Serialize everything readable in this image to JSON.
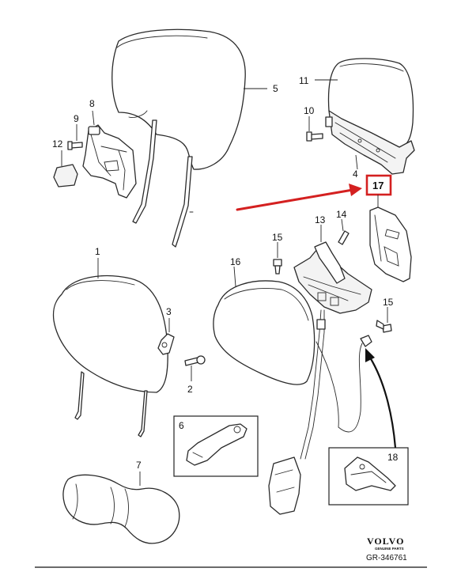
{
  "callouts": {
    "c1": "1",
    "c2": "2",
    "c3": "3",
    "c4": "4",
    "c5": "5",
    "c6": "6",
    "c7": "7",
    "c8": "8",
    "c9": "9",
    "c10": "10",
    "c11": "11",
    "c12": "12",
    "c13": "13",
    "c14": "14",
    "c15a": "15",
    "c15b": "15",
    "c16": "16",
    "c17": "17",
    "c18": "18"
  },
  "highlight": {
    "part": "17",
    "color": "#d42020"
  },
  "brand": {
    "name": "VOLVO",
    "sub": "GENUINE PARTS"
  },
  "doc_number": "GR-346761"
}
